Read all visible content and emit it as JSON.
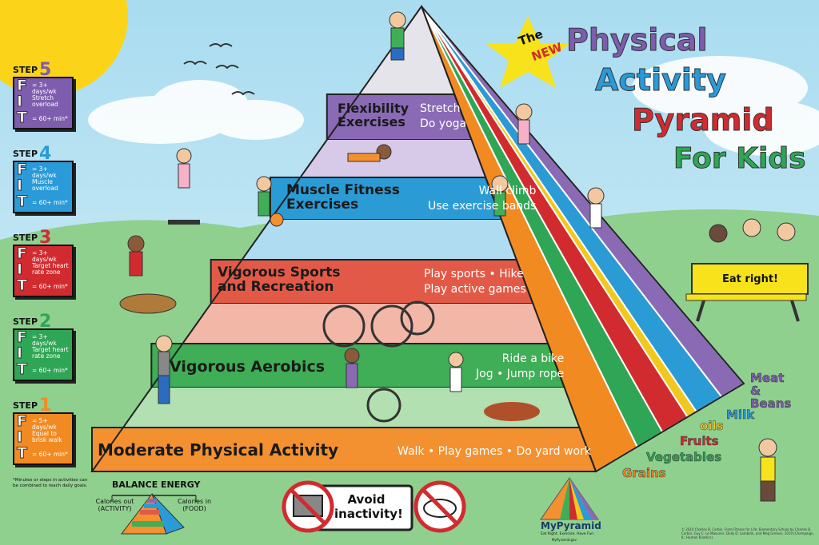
{
  "title": {
    "the": "The",
    "new": "NEW",
    "line1": "Physical",
    "line2": "Activity",
    "line3": "Pyramid",
    "line4": "For Kids"
  },
  "tiers": [
    {
      "label_1": "Flexibility",
      "label_2": "Exercises",
      "activities": [
        "Stretch",
        "Do yoga"
      ],
      "color": "#8a6ab5"
    },
    {
      "label_1": "Muscle Fitness",
      "label_2": "Exercises",
      "activities": [
        "Wall climb",
        "Use exercise bands"
      ],
      "color": "#2b9bd6"
    },
    {
      "label_1": "Vigorous Sports",
      "label_2": "and Recreation",
      "activities": [
        "Play sports • Hike",
        "Play active games"
      ],
      "color": "#e25a47"
    },
    {
      "label_1": "Vigorous Aerobics",
      "label_2": "",
      "activities": [
        "Ride a bike",
        "Jog • Jump rope"
      ],
      "color": "#3fae56"
    },
    {
      "label_1": "Moderate Physical Activity",
      "label_2": "",
      "activities": [
        "Walk • Play games • Do yard work"
      ],
      "color": "#f39130"
    }
  ],
  "steps": [
    {
      "step": "STEP",
      "num": "5",
      "f": "= 3+ days/wk",
      "i": "Stretch overload",
      "t": "= 60+ min*",
      "color": "#7e5cae"
    },
    {
      "step": "STEP",
      "num": "4",
      "f": "= 3+ days/wk",
      "i": "Muscle overload",
      "t": "= 60+ min*",
      "color": "#2a9ad8"
    },
    {
      "step": "STEP",
      "num": "3",
      "f": "= 3+ days/wk",
      "i": "Target heart rate zone",
      "t": "= 60+ min*",
      "color": "#d22b2f"
    },
    {
      "step": "STEP",
      "num": "2",
      "f": "= 3+ days/wk",
      "i": "Target heart rate zone",
      "t": "= 60+ min*",
      "color": "#2fa655"
    },
    {
      "step": "STEP",
      "num": "1",
      "f": "= 5+ days/wk",
      "i": "Equal to brisk walk",
      "t": "= 60+ min*",
      "color": "#f28a22"
    }
  ],
  "fit_letters": [
    "F",
    "I",
    "T"
  ],
  "footnote": "*Minutes or steps in activities can be combined to reach daily goals.",
  "balance": {
    "title": "BALANCE ENERGY",
    "left": "Calories out (ACTIVITY)",
    "right": "Calories in (FOOD)"
  },
  "inactivity": "Avoid inactivity!",
  "eat_right": "Eat right!",
  "food_groups": [
    {
      "label": "Meat & Beans",
      "color": "#8a6ab5"
    },
    {
      "label": "Milk",
      "color": "#2b9bd6"
    },
    {
      "label": "oils",
      "color": "#f2c81e"
    },
    {
      "label": "Fruits",
      "color": "#d22b2f"
    },
    {
      "label": "Vegetables",
      "color": "#2fa655"
    },
    {
      "label": "Grains",
      "color": "#f28a22"
    }
  ],
  "mypyramid": {
    "logo": "MyPyramid",
    "tagline": "Eat Right. Exercise. Have Fun.",
    "site": "MyPyramid.gov"
  },
  "copyright": "© 2010 Charles B. Corbin. From Fitness for Life: Elementary School by Charles B. Corbin, Guy C. Le Masurier, Dolly D. Lambdin, and Meg Greiner, 2010 (Champaign, IL: Human Kinetics)."
}
